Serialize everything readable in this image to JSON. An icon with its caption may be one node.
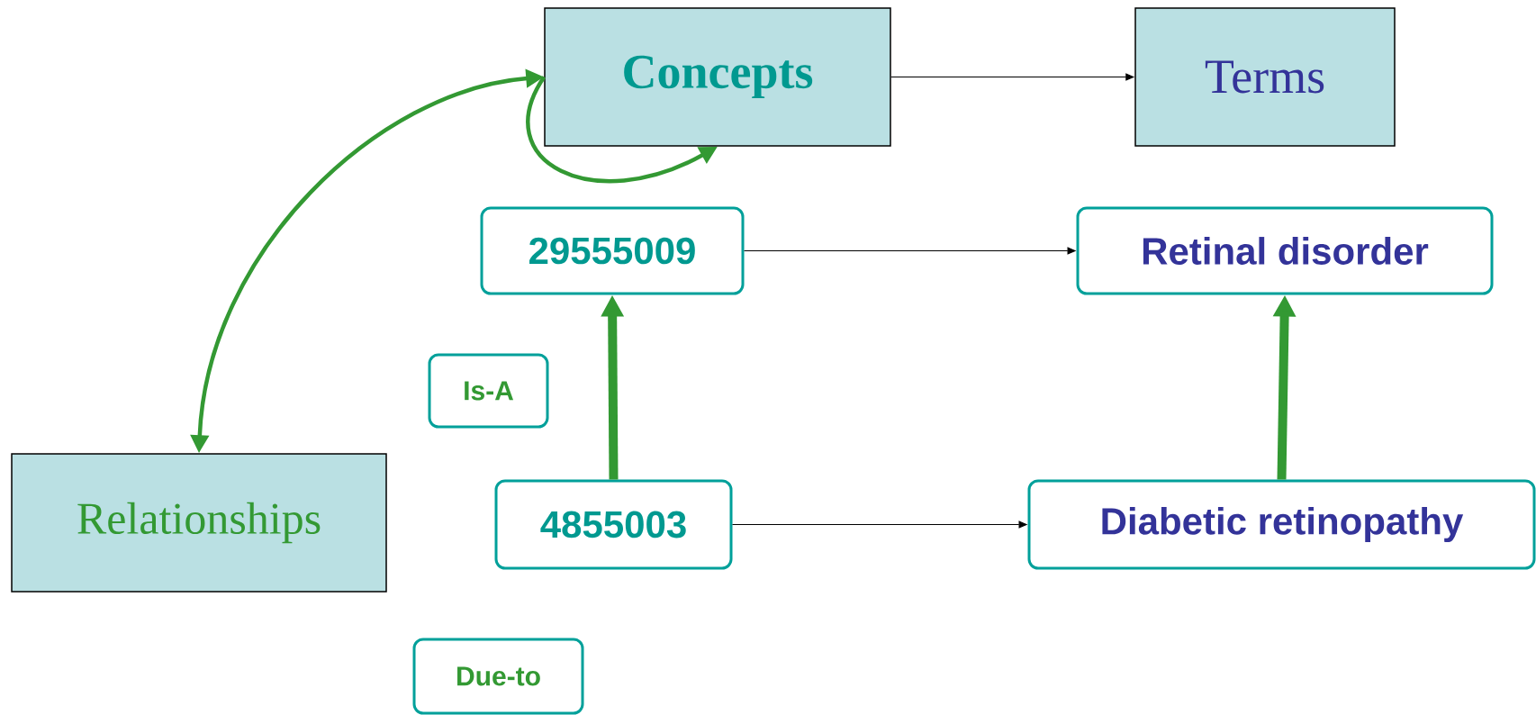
{
  "diagram": {
    "nodes": [
      {
        "text": [
          "Concepts"
        ]
      },
      {
        "text": [
          "Terms"
        ]
      },
      {
        "text": [
          "29555009"
        ]
      },
      {
        "text": [
          "Retinal disorder"
        ]
      },
      {
        "text": [
          "Is-A"
        ]
      },
      {
        "text": [
          "Relationships"
        ]
      },
      {
        "text": [
          "4855003"
        ]
      },
      {
        "text": [
          "Diabetic retinopathy"
        ]
      },
      {
        "text": [
          "Due-to"
        ]
      }
    ],
    "edges": [
      {
        "from": 0,
        "to": 1,
        "arrow": "to",
        "color": "#000000"
      },
      {
        "from": 0,
        "to": 5,
        "arrow": "both"
      },
      {
        "from": 0,
        "to": 0,
        "arrow": "to"
      },
      {
        "from": 2,
        "to": 3,
        "arrow": "to",
        "color": "#000000"
      },
      {
        "from": 6,
        "to": 2,
        "arrow": "to",
        "style": "thick"
      },
      {
        "from": 6,
        "to": 7,
        "arrow": "to",
        "color": "#000000"
      },
      {
        "from": 7,
        "to": 3,
        "arrow": "to",
        "style": "thick"
      }
    ]
  }
}
